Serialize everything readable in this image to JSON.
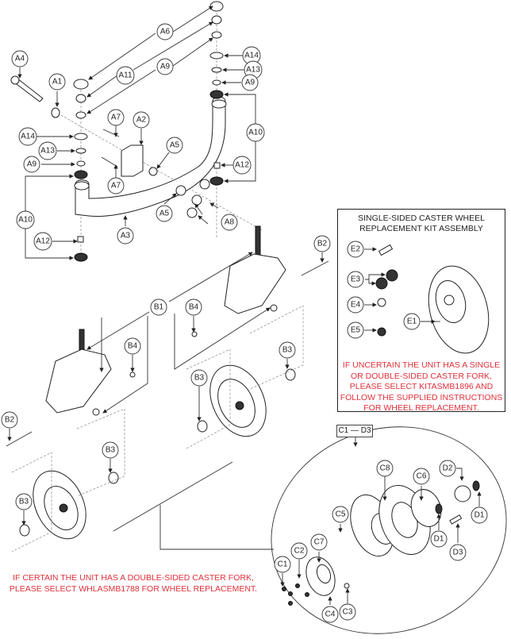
{
  "diagram": {
    "title": "Caster Fork and Wheel Assembly Exploded Parts Diagram",
    "callouts": {
      "A1": "A1",
      "A2": "A2",
      "A3": "A3",
      "A4": "A4",
      "A5": "A5",
      "A6": "A6",
      "A7": "A7",
      "A8": "A8",
      "A9": "A9",
      "A10": "A10",
      "A11": "A11",
      "A12": "A12",
      "A13": "A13",
      "A14": "A14",
      "B1": "B1",
      "B2": "B2",
      "B3": "B3",
      "B4": "B4",
      "C1": "C1",
      "C2": "C2",
      "C3": "C3",
      "C4": "C4",
      "C5": "C5",
      "C6": "C6",
      "C7": "C7",
      "C8": "C8",
      "D1": "D1",
      "D2": "D2",
      "D3": "D3",
      "E1": "E1",
      "E2": "E2",
      "E3": "E3",
      "E4": "E4",
      "E5": "E5"
    },
    "kit_box": {
      "title_line1": "SINGLE-SIDED CASTER WHEEL",
      "title_line2": "REPLACEMENT KIT ASSEMBLY",
      "note_lines": [
        "IF UNCERTAIN THE UNIT HAS A SINGLE",
        "OR DOUBLE-SIDED CASTER FORK,",
        "PLEASE SELECT KITASMB1896 AND",
        "FOLLOW THE SUPPLIED INSTRUCTIONS",
        "FOR WHEEL REPLACEMENT."
      ]
    },
    "detail_range_label": "C1 — D3",
    "bottom_note_lines": [
      "IF CERTAIN THE UNIT HAS A DOUBLE-SIDED CASTER FORK,",
      "PLEASE SELECT WHLASMB1788 FOR WHEEL REPLACEMENT."
    ],
    "colors": {
      "note_red": "#e0303a",
      "line": "#333333"
    }
  }
}
